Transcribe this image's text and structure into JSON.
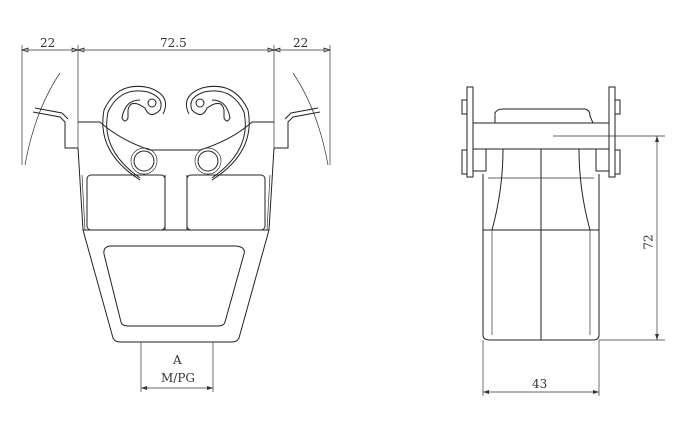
{
  "front_view": {
    "dim_left": "22",
    "dim_center": "72.5",
    "dim_right": "22",
    "cable_entry_label": "A",
    "cable_entry_thread": "M/PG"
  },
  "side_view": {
    "dim_height": "72",
    "dim_width": "43"
  },
  "colors": {
    "line": "#222222",
    "background": "#ffffff"
  }
}
